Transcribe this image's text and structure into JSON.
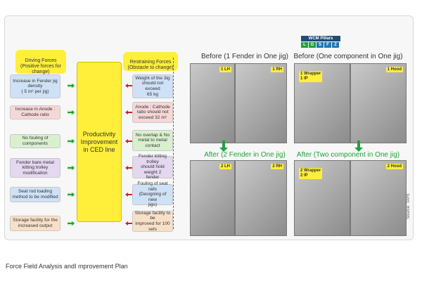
{
  "wcm": {
    "title": "WCM Pillars",
    "cells": [
      {
        "label": "L",
        "color": "#1fa23a"
      },
      {
        "label": "G",
        "color": "#1fa23a"
      },
      {
        "label": "S",
        "color": "#1f78b4"
      },
      {
        "label": "F",
        "color": "#1f78b4"
      },
      {
        "label": "Z",
        "color": "#1f78b4"
      }
    ]
  },
  "driving": {
    "header": "Driving Forces\n(Positive forces for\nchange)",
    "items": [
      {
        "text": "Increase in Fender jig\ndensity\n( 5 m² per jig)",
        "style": "blue"
      },
      {
        "text": "Increase in Anode :\nCathode ratio",
        "style": "pink"
      },
      {
        "text": "No fouling of\ncomponents",
        "style": "green"
      },
      {
        "text": "Fender bare metal\nkitting trolley\nmodification",
        "style": "purple"
      },
      {
        "text": "Seat rod loading\nmethod to be modified",
        "style": "blue"
      },
      {
        "text": "Storage facility for the\nincreased output",
        "style": "orange"
      }
    ]
  },
  "restraining": {
    "header": "Restraining Forces\n(Obstacle to change)",
    "items": [
      {
        "text": "Weight of the 3ig\nshould not exceed\n65 kg",
        "style": "blue"
      },
      {
        "text": "Anode : Cathode\nratio should not\nexceed 32 m²",
        "style": "pink"
      },
      {
        "text": "No overlap & No\nmetal to metal\ncontact",
        "style": "green"
      },
      {
        "text": "Fender kitting trolley\nshould hold weight 2\nfender",
        "style": "purple"
      },
      {
        "text": "Fouling of seat rails\n(Designing of new\njigs)",
        "style": "blue"
      },
      {
        "text": "Storage facility to be\nimproved for 100\nsets",
        "style": "orange"
      }
    ]
  },
  "center": {
    "text": "Productivity\nImprovement\nin CED line"
  },
  "panels": {
    "before_left": "Before (1 Fender in One jig)",
    "before_right": "Before  (One component in One jig)",
    "after_left": "After (2 Fender in One jig)",
    "after_right": "After  (Two component in One jig)",
    "tags": {
      "b1": "1 LH",
      "b2": "1 RH",
      "b3": "1 Wrapper\n1 IP",
      "b4": "1 Hood",
      "a1": "2 LH",
      "a2": "2 RH",
      "a3": "2 Wrapper\n2 IP",
      "a4": "2 Hood"
    }
  },
  "caption": "Force Field Analysis andI mprovement Plan",
  "source": "Source: TAFE"
}
